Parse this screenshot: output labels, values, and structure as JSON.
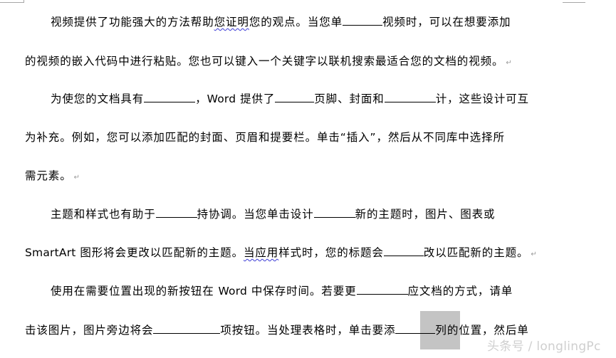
{
  "document": {
    "paragraphs": [
      {
        "lines": [
          {
            "a": "视频提供了功能强大的方法帮助",
            "wavy": "您证明",
            "b": "您的观点。当您单",
            "blank1": "",
            "c": "视频时，可以在想要添加"
          },
          {
            "text": "的视频的嵌入代码中进行粘贴。您也可以键入一个关键字以联机搜索最适合您的文档的视频。",
            "pmark": "↵"
          }
        ]
      },
      {
        "lines": [
          {
            "a": "为使您的文档具有",
            "b": "，",
            "word": "Word",
            "c": "提供了",
            "d": "页脚、封面和",
            "e": "计，这些设计可互"
          },
          {
            "text": "为补充。例如，您可以添加匹配的封面、页眉和提要栏。单击“插入”，然后从不同库中选择所"
          },
          {
            "text": "需元素。",
            "pmark": "↵"
          }
        ]
      },
      {
        "lines": [
          {
            "a": "主题和样式也有助于",
            "b": "持协调。当您单击设计",
            "c": "新的主题时，图片、图表或"
          },
          {
            "smartart": "SmartArt",
            "a": "图形将会更改以匹配新的主题。",
            "wavy": "当应用",
            "b": "样式时，您的标题会",
            "c": "改以匹配新的主题。",
            "pmark": "↵"
          }
        ]
      },
      {
        "lines": [
          {
            "a": "使用在需要位置出现的新按钮在",
            "word": "Word",
            "b": "中保存时间。若要更",
            "c": "应文档的方式，请单"
          },
          {
            "a": "击该图片，图片旁边将会",
            "b": "项按钮。当处理表格时，单击要添",
            "c": "列的位置，然后单"
          }
        ]
      }
    ]
  },
  "watermark": "头条号 / longlingPc",
  "colors": {
    "text": "#000000",
    "spell_underline": "#3b3bd6",
    "highlight_box": "#c4c4c4",
    "crop_mark": "#a6a6a6"
  }
}
